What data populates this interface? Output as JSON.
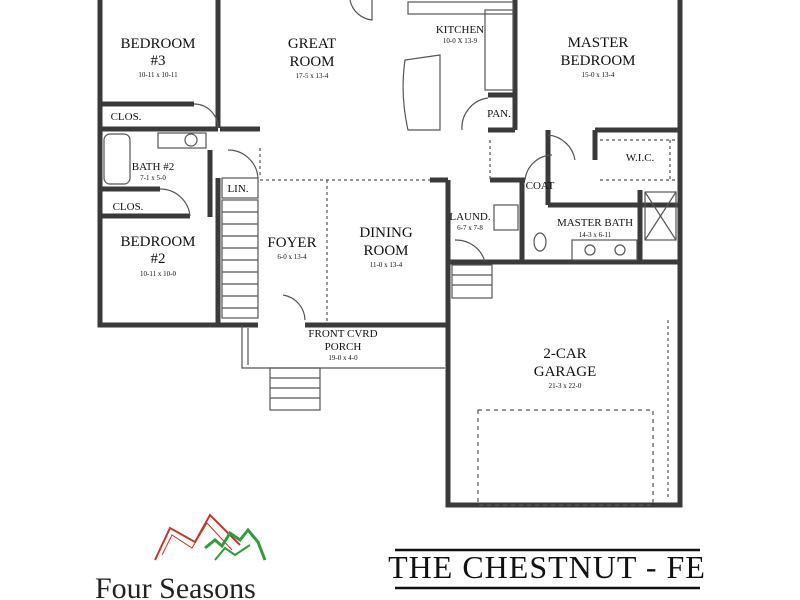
{
  "rooms": {
    "bedroom3": {
      "name": "BEDROOM",
      "num": "#3",
      "dim": "10-11 x 10-11"
    },
    "great_room": {
      "name": "GREAT",
      "name2": "ROOM",
      "dim": "17-5 x 13-4"
    },
    "kitchen": {
      "name": "KITCHEN",
      "dim": "10-0 X 13-9"
    },
    "master_bedroom": {
      "name": "MASTER",
      "name2": "BEDROOM",
      "dim": "15-0 x 13-4"
    },
    "clos1": {
      "name": "CLOS."
    },
    "pan": {
      "name": "PAN."
    },
    "bath2": {
      "name": "BATH #2",
      "dim": "7-1 x 5-0"
    },
    "wic": {
      "name": "W.I.C."
    },
    "lin": {
      "name": "LIN."
    },
    "coat": {
      "name": "COAT"
    },
    "clos2": {
      "name": "CLOS."
    },
    "laund": {
      "name": "LAUND.",
      "dim": "6-7 x 7-8"
    },
    "master_bath": {
      "name": "MASTER BATH",
      "dim": "14-3 x 6-11"
    },
    "foyer": {
      "name": "FOYER",
      "dim": "6-0 x 13-4"
    },
    "dining": {
      "name": "DINING",
      "name2": "ROOM",
      "dim": "11-0 x 13-4"
    },
    "bedroom2": {
      "name": "BEDROOM",
      "num": "#2",
      "dim": "10-11 x 10-0"
    },
    "porch": {
      "name": "FRONT CVRD",
      "name2": "PORCH",
      "dim": "19-0 x 4-0"
    },
    "garage": {
      "name": "2-CAR",
      "name2": "GARAGE",
      "dim": "21-3 x 22-0"
    }
  },
  "title": "THE CHESTNUT - FE",
  "brand": "Four Seasons",
  "colors": {
    "wall": "#3a3a3a",
    "logo_red": "#c0392b",
    "logo_green": "#2e9e3a"
  }
}
